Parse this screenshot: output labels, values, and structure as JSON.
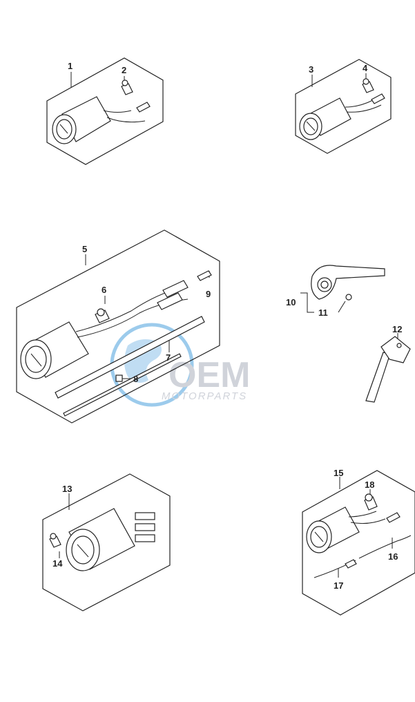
{
  "watermark": {
    "brand": "OEM",
    "tagline": "MOTORPARTS",
    "color": "#c8ccd4",
    "globe_color": "#2b8fd6"
  },
  "callouts": {
    "c1": "1",
    "c2": "2",
    "c3": "3",
    "c4": "4",
    "c5": "5",
    "c6": "6",
    "c7": "7",
    "c8": "8",
    "c9": "9",
    "c10": "10",
    "c11": "11",
    "c12": "12",
    "c13": "13",
    "c14": "14",
    "c15": "15",
    "c16": "16",
    "c17": "17",
    "c18": "18"
  },
  "groups": [
    {
      "name": "gauge-kit-1",
      "parts": [
        "1",
        "2"
      ]
    },
    {
      "name": "gauge-kit-3",
      "parts": [
        "3",
        "4"
      ]
    },
    {
      "name": "gauge-kit-5",
      "parts": [
        "5",
        "6",
        "7",
        "8",
        "9"
      ]
    },
    {
      "name": "bracket-10",
      "parts": [
        "10",
        "11"
      ]
    },
    {
      "name": "lever-12",
      "parts": [
        "12"
      ]
    },
    {
      "name": "gauge-kit-13",
      "parts": [
        "13",
        "14"
      ]
    },
    {
      "name": "gauge-kit-15",
      "parts": [
        "15",
        "16",
        "17",
        "18"
      ]
    }
  ]
}
